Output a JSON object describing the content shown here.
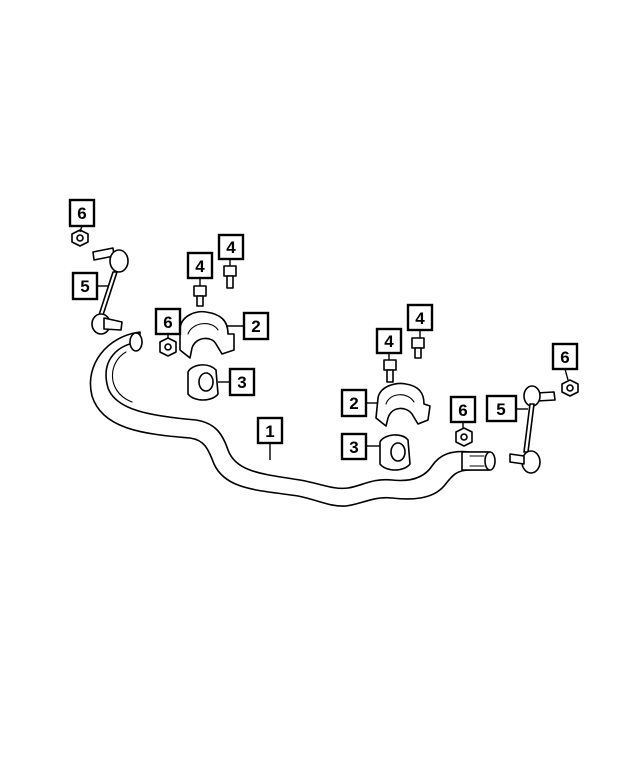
{
  "diagram": {
    "callouts": [
      {
        "id": "c6-top-left",
        "label": "6"
      },
      {
        "id": "c5-left",
        "label": "5"
      },
      {
        "id": "c4-left-a",
        "label": "4"
      },
      {
        "id": "c4-left-b",
        "label": "4"
      },
      {
        "id": "c6-left-mid",
        "label": "6"
      },
      {
        "id": "c2-left",
        "label": "2"
      },
      {
        "id": "c3-left",
        "label": "3"
      },
      {
        "id": "c1",
        "label": "1"
      },
      {
        "id": "c4-right-a",
        "label": "4"
      },
      {
        "id": "c4-right-b",
        "label": "4"
      },
      {
        "id": "c2-right",
        "label": "2"
      },
      {
        "id": "c6-right-mid",
        "label": "6"
      },
      {
        "id": "c5-right",
        "label": "5"
      },
      {
        "id": "c6-right",
        "label": "6"
      },
      {
        "id": "c3-right",
        "label": "3"
      }
    ]
  }
}
